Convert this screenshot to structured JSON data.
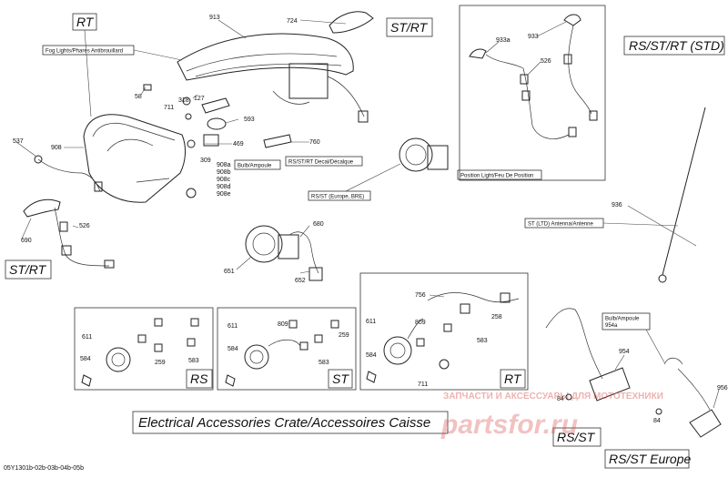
{
  "variant_tags": {
    "rt_top": "RT",
    "st_rt_top": "ST/RT",
    "rs_st_rt_std": "RS/ST/RT (STD)",
    "st_rt_left": "ST/RT",
    "rs": "RS",
    "st": "ST",
    "rt_box": "RT",
    "rs_st": "RS/ST",
    "rs_st_europe": "RS/ST Europe"
  },
  "callouts": {
    "fog_lights": "Fog Lights/Phares Antibrouillard",
    "bulb_ampoule": "Bulb/Ampoule",
    "decal": "RS/ST/RT Decal/Décalque",
    "position_light": "Position Light/Feu De Position",
    "rs_st_europe_bre": "RS/ST (Europe, BRE)",
    "antenna": "ST (LTD) Antenna/Antenne",
    "bulb_ampoule_954a_line1": "Bulb/Ampoule",
    "bulb_ampoule_954a_line2": "954a"
  },
  "part_numbers": {
    "p913": "913",
    "p724": "724",
    "p58": "58",
    "p127": "127",
    "p318": "318",
    "p711a": "711",
    "p593": "593",
    "p760": "760",
    "p469": "469",
    "p309": "309",
    "p908": "908",
    "p908a": "908a",
    "p908b": "908b",
    "p908c": "908c",
    "p908d": "908d",
    "p908e": "908e",
    "p537": "537",
    "p933a": "933a",
    "p933": "933",
    "p526a": "526",
    "p526b": "526",
    "p690": "690",
    "p680": "680",
    "p651": "651",
    "p652": "652",
    "p936": "936",
    "p756": "756",
    "p258": "258",
    "p611a": "611",
    "p584a": "584",
    "p259a": "259",
    "p583a": "583",
    "p611b": "611",
    "p809a": "809",
    "p584b": "584",
    "p259b": "259",
    "p583b": "583",
    "p611c": "611",
    "p809b": "809",
    "p583c": "583",
    "p584c": "584",
    "p711b": "711",
    "p954": "954",
    "p956": "956",
    "p84a": "84",
    "p84b": "84"
  },
  "crate_title": "Electrical Accessories Crate/Accessoires Caisse",
  "watermark": "ЗАПЧАСТИ И АКСЕССУАРЫ ДЛЯ МОТОТЕХНИКИ",
  "footer_code": "05Y1301b-02b-03b-04b-05b",
  "colors": {
    "line": "#222222",
    "watermark": "#d9534f"
  }
}
